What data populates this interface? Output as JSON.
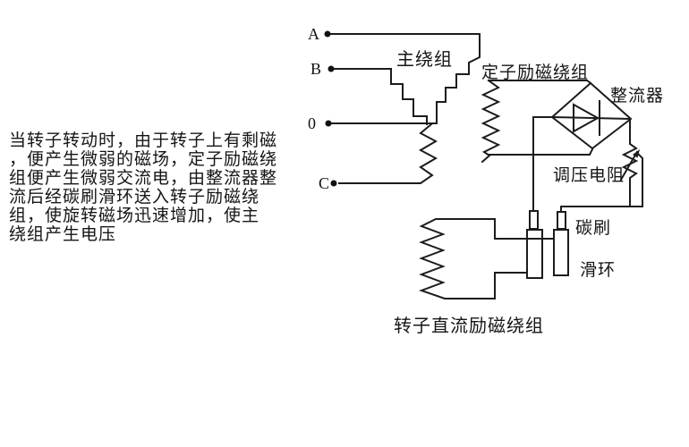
{
  "description": {
    "lines": [
      "当转子转动时，由于转子上有剩磁",
      "，便产生微弱的磁场，定子励磁绕",
      "组便产生微弱交流电，由整流器整",
      "流后经碳刷滑环送入转子励磁绕",
      "组，使旋转磁场迅速增加，使主",
      "绕组产生电压"
    ]
  },
  "diagram": {
    "terminals": {
      "a": "A",
      "b": "B",
      "o": "0",
      "c": "C"
    },
    "labels": {
      "main_winding": "主绕组",
      "stator_excitation_winding": "定子励磁绕组",
      "rectifier": "整流器",
      "voltage_regulating_resistor": "调压电阻",
      "carbon_brush": "碳刷",
      "slip_ring": "滑环",
      "rotor_dc_excitation_winding": "转子直流励磁绕组"
    },
    "colors": {
      "line": "#1c1c1c",
      "text": "#151515",
      "background": "#ffffff"
    }
  }
}
